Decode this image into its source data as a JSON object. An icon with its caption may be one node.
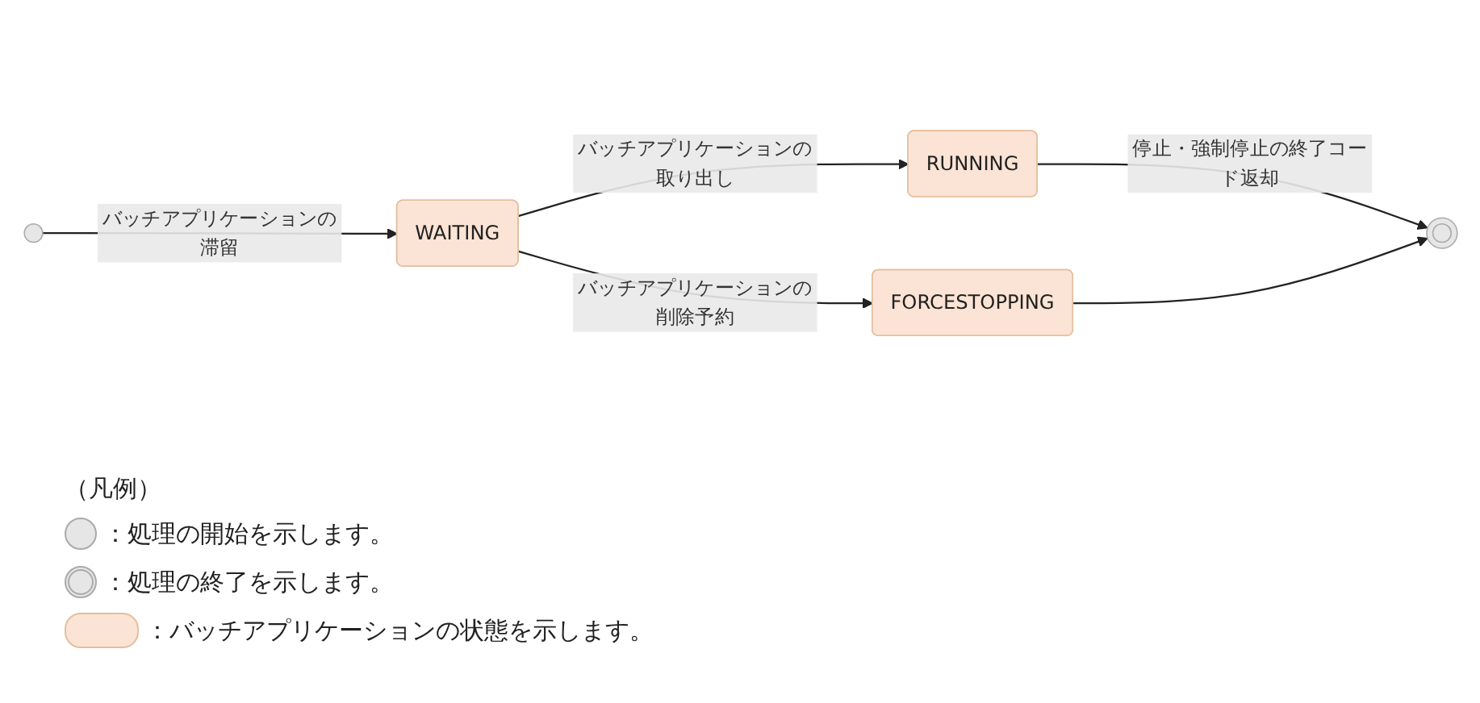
{
  "diagram": {
    "nodes": [
      {
        "text": [],
        "shape": "circle"
      },
      {
        "text": [
          "WAITING"
        ]
      },
      {
        "text": [
          "RUNNING"
        ]
      },
      {
        "text": [
          "FORCESTOPPING"
        ]
      },
      {
        "text": [],
        "shape": "doublecircle"
      }
    ],
    "edges": [
      {
        "from": 0,
        "to": 1,
        "arrow": "to",
        "label": "バッチアプリケーションの滞留"
      },
      {
        "from": 1,
        "to": 2,
        "arrow": "to",
        "label": "バッチアプリケーションの取り出し"
      },
      {
        "from": 1,
        "to": 3,
        "arrow": "to",
        "label": "バッチアプリケーションの削除予約"
      },
      {
        "from": 2,
        "to": 4,
        "arrow": "to",
        "label": "停止・強制停止の終了コード返却"
      },
      {
        "from": 3,
        "to": 4,
        "arrow": "to"
      }
    ],
    "labels": [
      "（凡例）"
    ],
    "legend": [
      {
        "text": "：処理の開始を示します。"
      },
      {
        "text": "：処理の終了を示します。"
      },
      {
        "text": "：バッチアプリケーションの状態を示します。",
        "color": "#fbe4d5"
      }
    ]
  }
}
